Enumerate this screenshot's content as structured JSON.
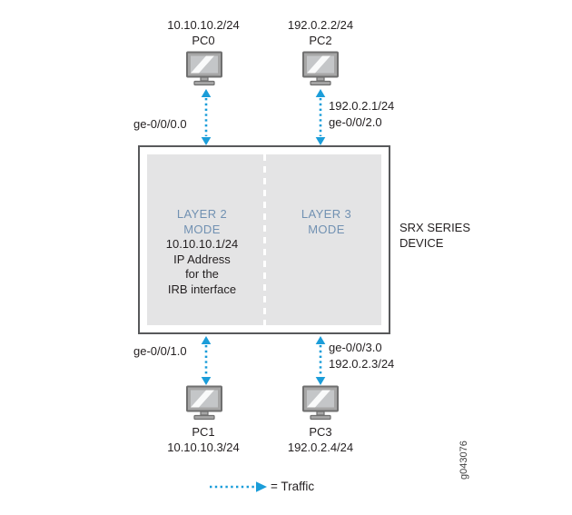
{
  "diagram": {
    "pcs": {
      "pc0": {
        "name": "PC0",
        "ip": "10.10.10.2/24"
      },
      "pc2": {
        "name": "PC2",
        "ip": "192.0.2.2/24"
      },
      "pc1": {
        "name": "PC1",
        "ip": "10.10.10.3/24"
      },
      "pc3": {
        "name": "PC3",
        "ip": "192.0.2.4/24"
      }
    },
    "links": {
      "top_left": {
        "interface": "ge-0/0/0.0"
      },
      "top_right": {
        "ip": "192.0.2.1/24",
        "interface": "ge-0/0/2.0"
      },
      "bottom_left": {
        "interface": "ge-0/0/1.0"
      },
      "bottom_right": {
        "interface": "ge-0/0/3.0",
        "ip": "192.0.2.3/24"
      }
    },
    "device": {
      "label_line1": "SRX SERIES",
      "label_line2": "DEVICE",
      "zones": {
        "layer2": {
          "title_line1": "LAYER 2",
          "title_line2": "MODE",
          "ip": "10.10.10.1/24",
          "desc_line1": "IP Address",
          "desc_line2": "for the",
          "desc_line3": "IRB interface"
        },
        "layer3": {
          "title_line1": "LAYER 3",
          "title_line2": "MODE"
        }
      }
    },
    "legend": {
      "text": "= Traffic"
    },
    "figure_id": "g043076",
    "colors": {
      "arrow_blue": "#1b9dd9",
      "mode_text_blue": "#7191b2",
      "device_border": "#58595b",
      "device_fill": "#e4e4e5"
    }
  }
}
